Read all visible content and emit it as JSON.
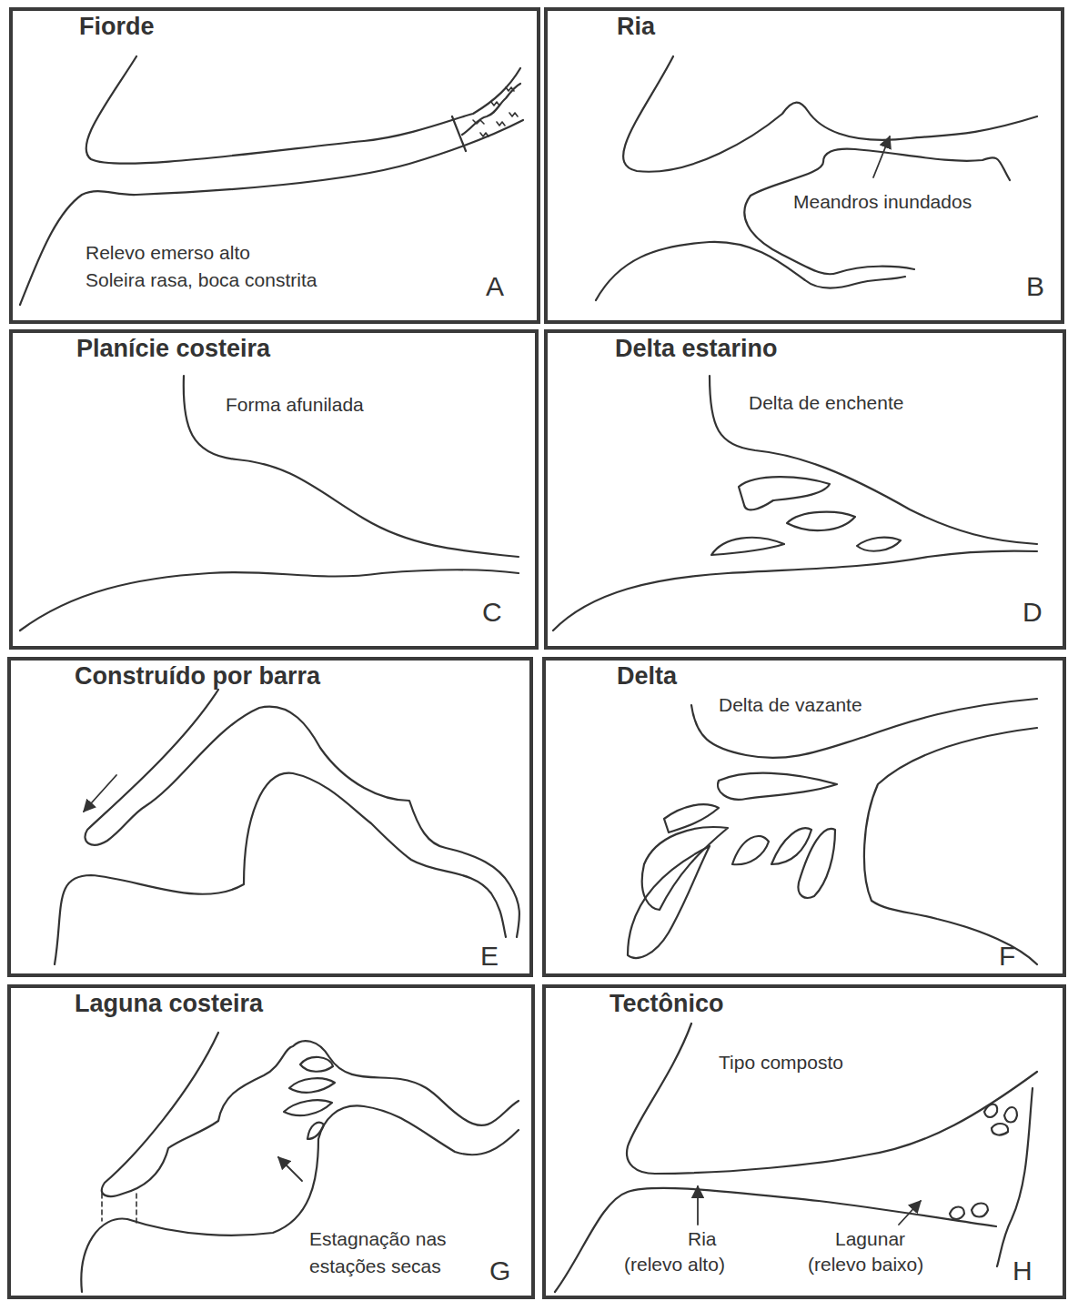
{
  "diagram": {
    "nodes": [
      {
        "text": [
          "Fiorde",
          "Relevo emerso alto",
          "Soleira rasa, boca constrita",
          "A"
        ]
      },
      {
        "text": [
          "Ria",
          "Meandros inundados",
          "B"
        ]
      },
      {
        "text": [
          "Planície costeira",
          "Forma afunilada",
          "C"
        ]
      },
      {
        "text": [
          "Delta estarino",
          "Delta de enchente",
          "D"
        ]
      },
      {
        "text": [
          "Construído por barra",
          "E"
        ]
      },
      {
        "text": [
          "Delta",
          "Delta de vazante",
          "F"
        ]
      },
      {
        "text": [
          "Laguna costeira",
          "Estagnação nas",
          "estações secas",
          "G"
        ]
      },
      {
        "text": [
          "Tectônico",
          "Tipo composto",
          "Ria",
          "(relevo alto)",
          "Lagunar",
          "(relevo baixo)",
          "H"
        ]
      }
    ]
  }
}
